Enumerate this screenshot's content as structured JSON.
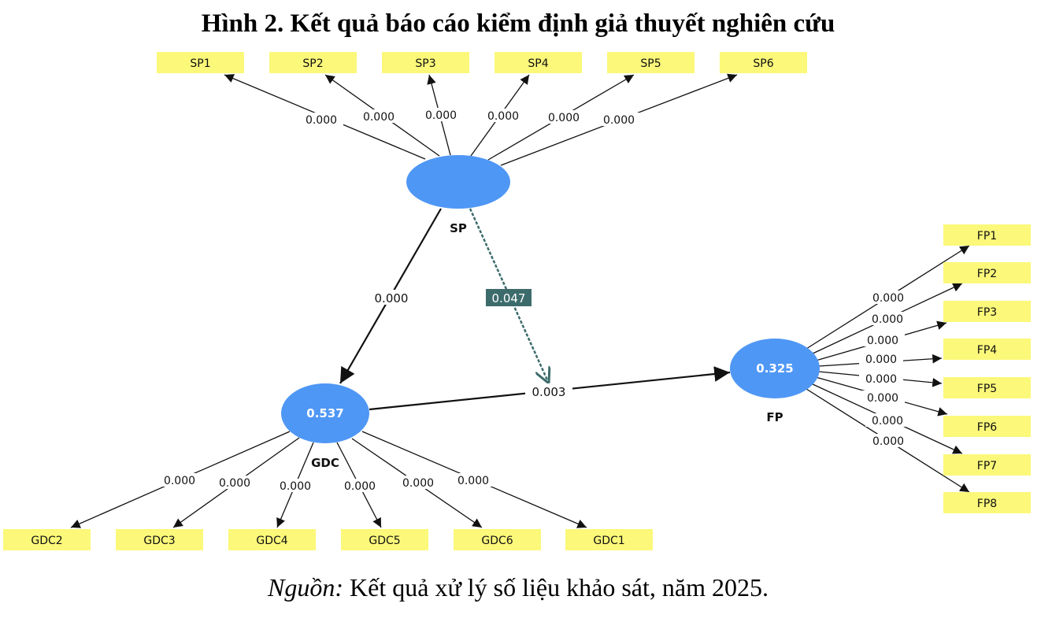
{
  "title": "Hình 2.  Kết quả báo cáo kiểm định giả thuyết nghiên cứu",
  "caption": {
    "source_label": "Nguồn:",
    "text": " Kết quả xử lý số liệu khảo sát, năm 2025."
  },
  "colors": {
    "construct": "#4f97f5",
    "indicator": "#fbf87a",
    "edge": "#111111",
    "insignificant_edge": "#3d6b6b"
  },
  "constructs": [
    {
      "id": "SP",
      "label": "SP",
      "value": ""
    },
    {
      "id": "GDC",
      "label": "GDC",
      "value": "0.537"
    },
    {
      "id": "FP",
      "label": "FP",
      "value": "0.325"
    }
  ],
  "indicators": {
    "SP": [
      {
        "label": "SP1",
        "p": "0.000"
      },
      {
        "label": "SP2",
        "p": "0.000"
      },
      {
        "label": "SP3",
        "p": "0.000"
      },
      {
        "label": "SP4",
        "p": "0.000"
      },
      {
        "label": "SP5",
        "p": "0.000"
      },
      {
        "label": "SP6",
        "p": "0.000"
      }
    ],
    "GDC": [
      {
        "label": "GDC2",
        "p": "0.000"
      },
      {
        "label": "GDC3",
        "p": "0.000"
      },
      {
        "label": "GDC4",
        "p": "0.000"
      },
      {
        "label": "GDC5",
        "p": "0.000"
      },
      {
        "label": "GDC6",
        "p": "0.000"
      },
      {
        "label": "GDC1",
        "p": "0.000"
      }
    ],
    "FP": [
      {
        "label": "FP1",
        "p": "0.000"
      },
      {
        "label": "FP2",
        "p": "0.000"
      },
      {
        "label": "FP3",
        "p": "0.000"
      },
      {
        "label": "FP4",
        "p": "0.000"
      },
      {
        "label": "FP5",
        "p": "0.000"
      },
      {
        "label": "FP6",
        "p": "0.000"
      },
      {
        "label": "FP7",
        "p": "0.000"
      },
      {
        "label": "FP8",
        "p": "0.000"
      }
    ]
  },
  "paths": [
    {
      "from": "SP",
      "to": "GDC",
      "p": "0.000",
      "significant": true
    },
    {
      "from": "SP",
      "to": "FP",
      "p": "0.047",
      "significant": false
    },
    {
      "from": "GDC",
      "to": "FP",
      "p": "0.003",
      "significant": true
    }
  ]
}
